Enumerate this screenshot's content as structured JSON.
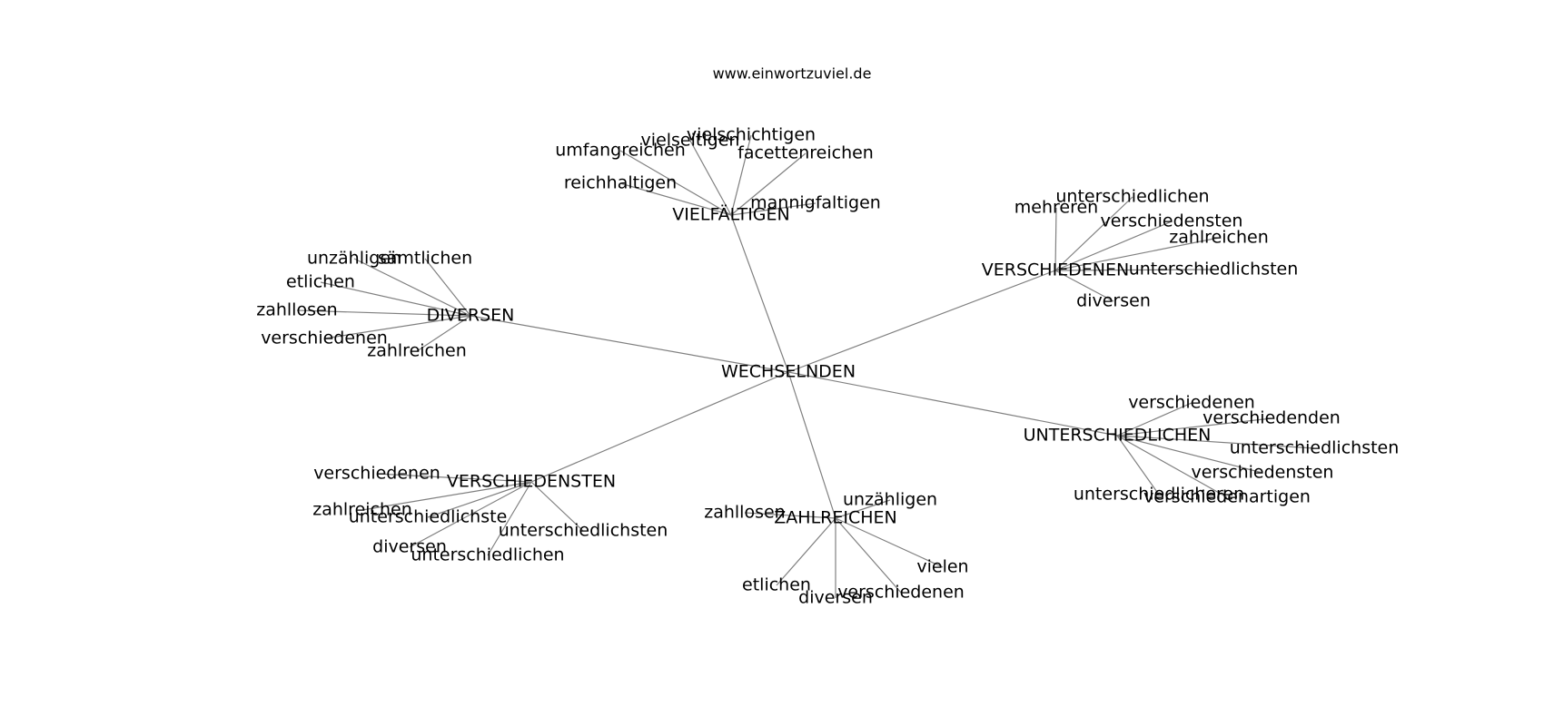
{
  "watermark": "www.einwortzuviel.de",
  "colors": {
    "edge": "#808080",
    "text": "#000000",
    "background": "#ffffff"
  },
  "graph": {
    "center": "WECHSELNDEN",
    "groups": [
      {
        "hub": "VIELFÄLTIGEN",
        "leaves": [
          "umfangreichen",
          "vielseitigen",
          "vielschichtigen",
          "facettenreichen",
          "reichhaltigen",
          "mannigfaltigen"
        ]
      },
      {
        "hub": "DIVERSEN",
        "leaves": [
          "unzähligen",
          "sämtlichen",
          "etlichen",
          "zahllosen",
          "verschiedenen",
          "zahlreichen"
        ]
      },
      {
        "hub": "VERSCHIEDENEN",
        "leaves": [
          "mehreren",
          "unterschiedlichen",
          "verschiedensten",
          "zahlreichen",
          "unterschiedlichsten",
          "diversen"
        ]
      },
      {
        "hub": "UNTERSCHIEDLICHEN",
        "leaves": [
          "verschiedenen",
          "verschiedenden",
          "unterschiedlichsten",
          "verschiedensten",
          "unterschiedlicheren",
          "verschiedenartigen"
        ]
      },
      {
        "hub": "VERSCHIEDENSTEN",
        "leaves": [
          "verschiedenen",
          "zahlreichen",
          "unterschiedlichste",
          "unterschiedlichsten",
          "diversen",
          "unterschiedlichen"
        ]
      },
      {
        "hub": "ZAHLREICHEN",
        "leaves": [
          "zahllosen",
          "unzähligen",
          "vielen",
          "etlichen",
          "diversen",
          "verschiedenen"
        ]
      }
    ]
  }
}
